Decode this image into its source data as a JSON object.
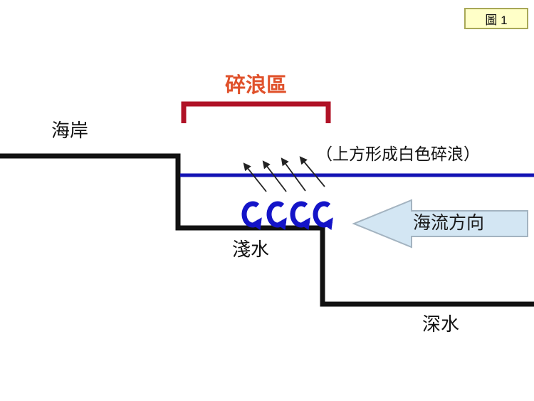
{
  "figure_badge": {
    "label": "圖 1"
  },
  "labels": {
    "coast": "海岸",
    "breaker_zone": "碎浪區",
    "whitecaps_note": "（上方形成白色碎浪）",
    "shallow_water": "淺水",
    "deep_water": "深水",
    "current_direction": "海流方向"
  },
  "icons": {
    "wave_curl": "curling-wave-arrow",
    "spray": "upward-spray-arrow",
    "current": "left-pointing-block-arrow",
    "bracket": "top-bracket"
  },
  "colors": {
    "background": "#ffffff",
    "seafloor_line": "#111111",
    "water_surface_line": "#1414b4",
    "wave_curl_arrow": "#1414c8",
    "spray_arrow": "#222222",
    "bracket": "#b01226",
    "breaker_zone_text": "#e0512b",
    "current_arrow_fill": "#d3e6f3",
    "current_arrow_border": "#a3b3c0",
    "figure_badge_bg": "#ffffc8",
    "figure_badge_border": "#a8a858"
  }
}
